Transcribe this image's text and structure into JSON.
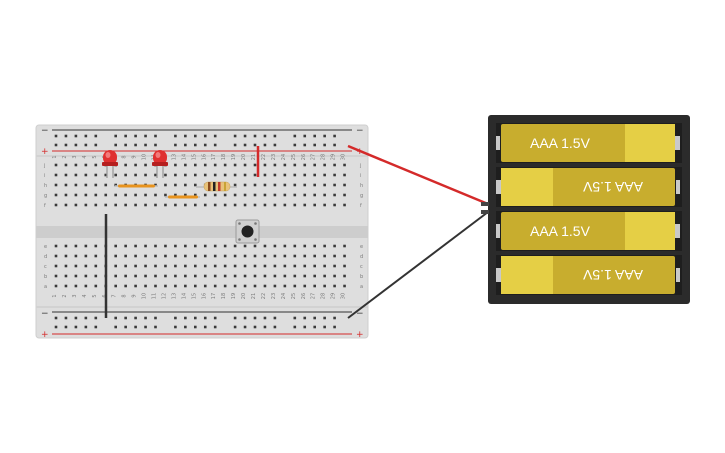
{
  "breadboard": {
    "rail_plus": "+",
    "rail_minus": "−",
    "row_letters_top": [
      "j",
      "i",
      "h",
      "g",
      "f"
    ],
    "row_letters_bottom": [
      "e",
      "d",
      "c",
      "b",
      "a"
    ],
    "column_numbers": [
      "1",
      "2",
      "3",
      "4",
      "5",
      "6",
      "7",
      "8",
      "9",
      "10",
      "11",
      "12",
      "13",
      "14",
      "15",
      "16",
      "17",
      "18",
      "19",
      "20",
      "21",
      "22",
      "23",
      "24",
      "25",
      "26",
      "27",
      "28",
      "29",
      "30"
    ]
  },
  "battery_pack": {
    "cells": [
      {
        "label": "AAA 1.5V",
        "orientation": "normal"
      },
      {
        "label": "AAA 1.5V",
        "orientation": "flipped"
      },
      {
        "label": "AAA 1.5V",
        "orientation": "normal"
      },
      {
        "label": "AAA 1.5V",
        "orientation": "flipped"
      }
    ]
  },
  "colors": {
    "board": "#dedede",
    "hole": "#3a3a3a",
    "rail_red": "#d42a2a",
    "rail_black": "#333333",
    "led_red": "#e03030",
    "resistor_body": "#e8c27a",
    "battery_case": "#2b2b2b",
    "battery_cell": "#c8ad2e",
    "battery_cap": "#e5cf45"
  },
  "components": {
    "leds": [
      "led",
      "led"
    ],
    "resistors": [
      "resistor",
      "resistor",
      "resistor"
    ],
    "pushbutton": "pushbutton"
  }
}
